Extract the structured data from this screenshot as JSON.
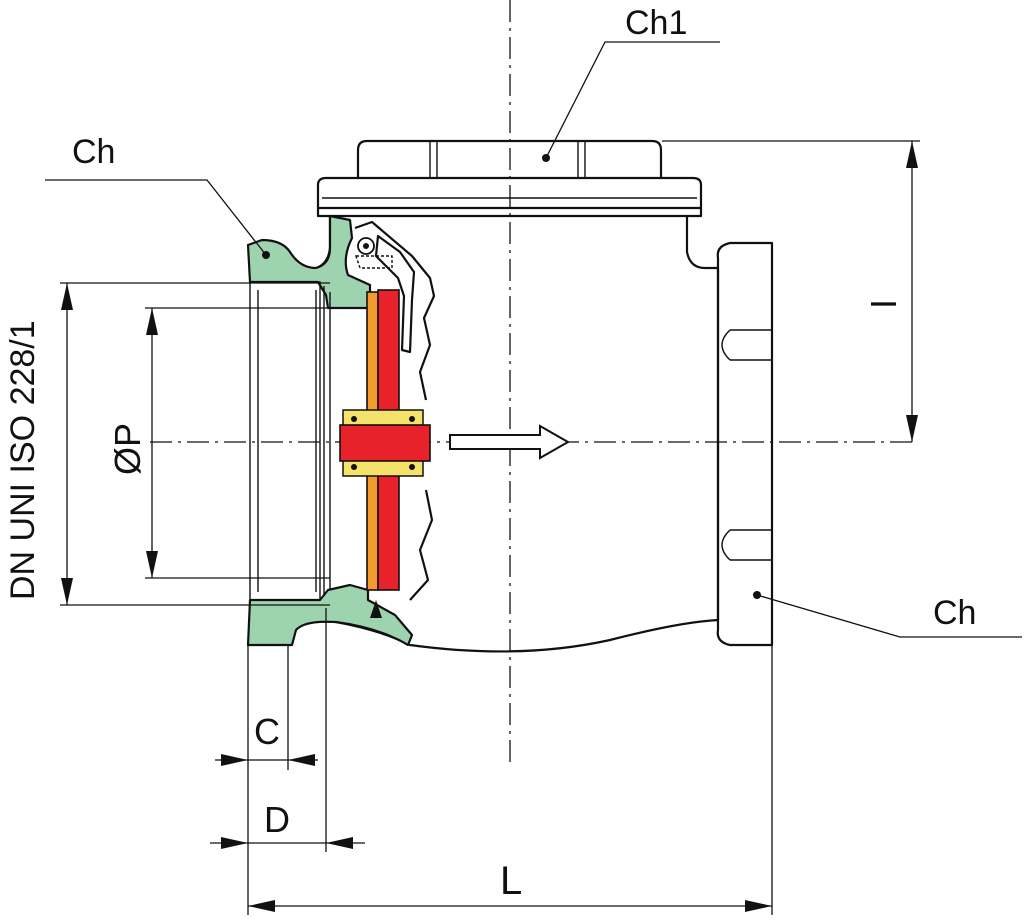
{
  "labels": {
    "ch1": "Ch1",
    "ch_left": "Ch",
    "ch_right": "Ch",
    "dn": "DN UNI ISO 228/1",
    "p": "ØP",
    "i": "I",
    "c": "C",
    "d": "D",
    "l": "L"
  },
  "colors": {
    "body_green": "#9ed3b0",
    "disc_red": "#e8222b",
    "seal_orange": "#f49a2a",
    "bolt_yellow": "#f4e36a",
    "line": "#111111"
  }
}
